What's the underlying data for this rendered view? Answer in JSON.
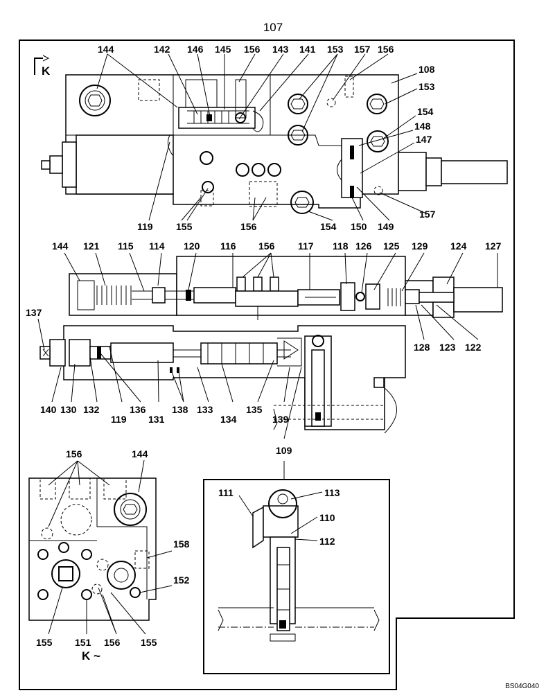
{
  "page_number": "107",
  "footer_code": "BS04G040",
  "view_marks": {
    "section_label": "K",
    "view_caption": "K ~"
  },
  "callouts": {
    "top": [
      "144",
      "142",
      "146",
      "145",
      "156",
      "143",
      "141",
      "153",
      "157",
      "156",
      "108",
      "153",
      "154",
      "148",
      "147",
      "119",
      "155",
      "156",
      "154",
      "150",
      "149",
      "157"
    ],
    "middle": [
      "144",
      "121",
      "115",
      "114",
      "120",
      "116",
      "156",
      "117",
      "118",
      "126",
      "125",
      "129",
      "124",
      "127",
      "137",
      "128",
      "123",
      "122",
      "140",
      "130",
      "132",
      "119",
      "136",
      "131",
      "138",
      "133",
      "134",
      "135",
      "139",
      "109"
    ],
    "bottom_left": [
      "156",
      "144",
      "158",
      "152",
      "155",
      "151",
      "156",
      "155"
    ],
    "detail": [
      "111",
      "113",
      "110",
      "112"
    ]
  }
}
